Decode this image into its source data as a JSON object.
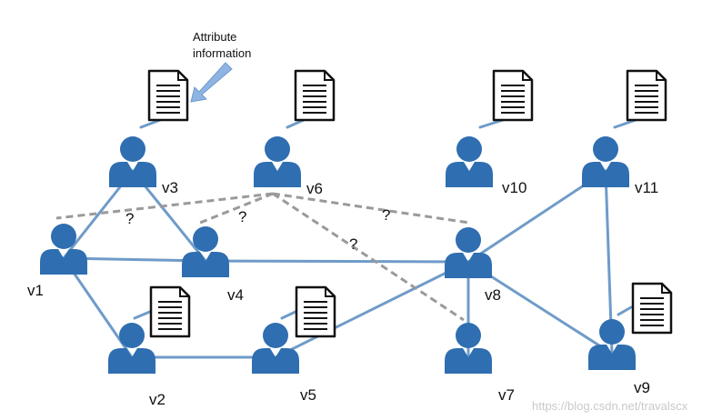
{
  "diagram": {
    "caption": {
      "line1": "Attribute",
      "line2": "information"
    },
    "watermark": "https://blog.csdn.net/travalscx",
    "colors": {
      "node": "#2f6eb0",
      "edge": "#6f9bc9",
      "predicted_edge": "#9a9a9a",
      "arrow": "#8db4e2",
      "document": "#111111"
    },
    "icons": {
      "node": "user-icon",
      "attribute": "document-icon",
      "pointer": "arrow-icon"
    },
    "nodes": [
      {
        "id": "v1",
        "label": "v1"
      },
      {
        "id": "v2",
        "label": "v2"
      },
      {
        "id": "v3",
        "label": "v3"
      },
      {
        "id": "v4",
        "label": "v4"
      },
      {
        "id": "v5",
        "label": "v5"
      },
      {
        "id": "v6",
        "label": "v6"
      },
      {
        "id": "v7",
        "label": "v7"
      },
      {
        "id": "v8",
        "label": "v8"
      },
      {
        "id": "v9",
        "label": "v9"
      },
      {
        "id": "v10",
        "label": "v10"
      },
      {
        "id": "v11",
        "label": "v11"
      }
    ],
    "edges": [
      {
        "from": "v1",
        "to": "v3"
      },
      {
        "from": "v3",
        "to": "v4"
      },
      {
        "from": "v1",
        "to": "v4"
      },
      {
        "from": "v1",
        "to": "v2"
      },
      {
        "from": "v2",
        "to": "v5"
      },
      {
        "from": "v4",
        "to": "v8"
      },
      {
        "from": "v5",
        "to": "v8"
      },
      {
        "from": "v8",
        "to": "v7"
      },
      {
        "from": "v8",
        "to": "v9"
      },
      {
        "from": "v8",
        "to": "v11"
      },
      {
        "from": "v11",
        "to": "v9"
      }
    ],
    "predicted_links": [
      {
        "from": "v6",
        "to": "v1",
        "label": "?"
      },
      {
        "from": "v6",
        "to": "v4",
        "label": "?"
      },
      {
        "from": "v6",
        "to": "v8",
        "label": "?"
      },
      {
        "from": "v6",
        "to": "v7",
        "label": "?"
      }
    ],
    "attributes": [
      "v3",
      "v6",
      "v10",
      "v11",
      "v2",
      "v5",
      "v9"
    ]
  }
}
